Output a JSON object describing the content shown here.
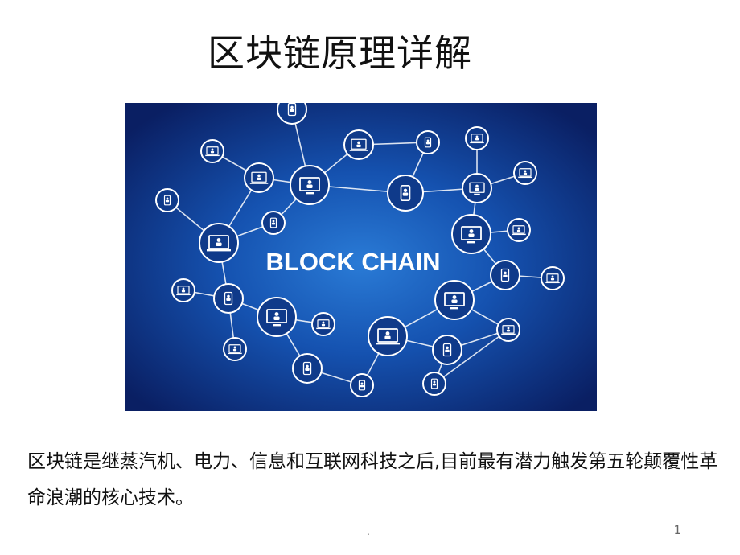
{
  "slide": {
    "title": "区块链原理详解",
    "image_caption": "BLOCK CHAIN",
    "body": "区块链是继蒸汽机、电力、信息和互联网科技之后,目前最有潜力触发第五轮颠覆性革命浪潮的核心技术。",
    "footer_dot": ".",
    "page_number": "1"
  },
  "colors": {
    "bg_dark": "#0a1f63",
    "bg_light": "#2a7bd6",
    "node_fill": "#0f3a8a",
    "node_stroke": "#ffffff"
  },
  "icons": {
    "desktop": "monitor-user-icon",
    "laptop": "laptop-user-icon",
    "phone": "phone-user-icon"
  }
}
